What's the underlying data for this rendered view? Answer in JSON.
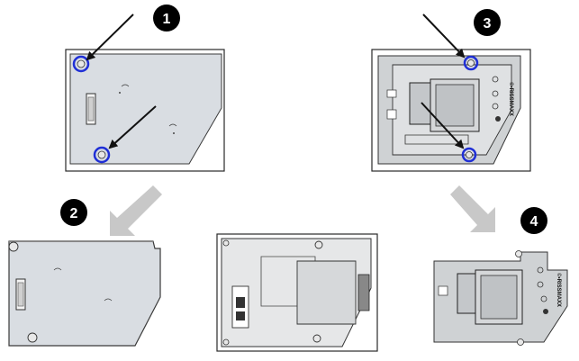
{
  "steps": [
    {
      "number": "1"
    },
    {
      "number": "2"
    },
    {
      "number": "3"
    },
    {
      "number": "4"
    }
  ],
  "part_marking": "©•RISSMAXX",
  "colors": {
    "badge_fill": "#000000",
    "badge_text": "#ffffff",
    "arrow_black": "#111111",
    "arrow_gray": "#c8c8c8",
    "screw_highlight": "#1f2fd6",
    "cover_fill": "#d9dde2",
    "panel_fill": "#cfd2d4",
    "outline": "#2a2a2a"
  },
  "icons": [
    "screw-icon",
    "arrow-icon",
    "lamp-module-icon"
  ]
}
